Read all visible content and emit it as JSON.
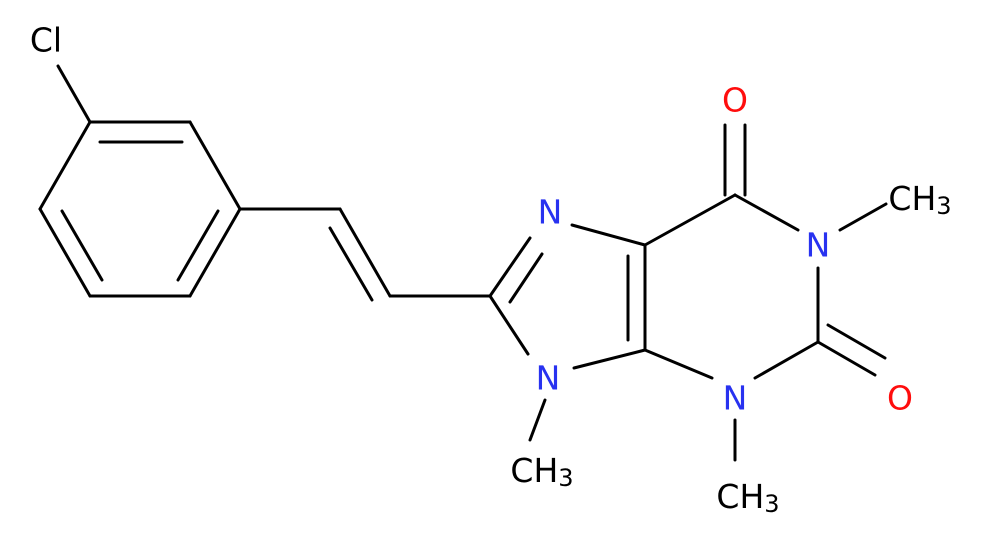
{
  "colors": {
    "carbon": "#000000",
    "nitrogen": "#2832f0",
    "oxygen": "#ff0d0d",
    "chlorine": "#000000"
  },
  "atoms": {
    "cl": {
      "text": "Cl"
    },
    "o6": {
      "text": "O"
    },
    "o2": {
      "text": "O"
    },
    "n7": {
      "text": "N"
    },
    "n1": {
      "text": "N"
    },
    "n9": {
      "text": "N"
    },
    "n3": {
      "text": "N"
    },
    "me1": {
      "text": "CH",
      "sub": "3"
    },
    "me9": {
      "text": "CH",
      "sub": "3"
    },
    "me3": {
      "text": "CH",
      "sub": "3"
    }
  }
}
